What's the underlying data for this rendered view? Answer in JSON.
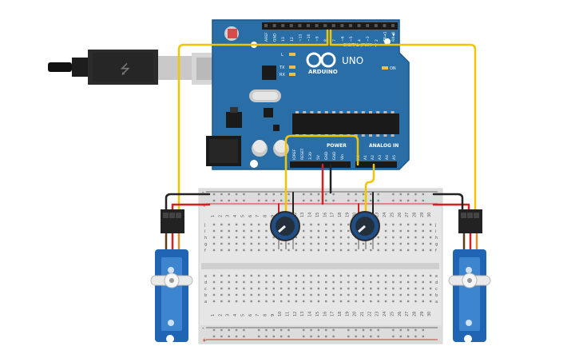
{
  "board": {
    "logo_text": "ARDUINO",
    "model": "UNO",
    "on_label": "ON",
    "tx_label": "TX",
    "rx_label": "RX",
    "l_label": "L",
    "digital_header": "DIGITAL (PWM~)",
    "power_header": "POWER",
    "analog_header": "ANALOG IN",
    "digital_pins": [
      "AREF",
      "GND",
      "13",
      "12",
      "~11",
      "~10",
      "~9",
      "8",
      "7",
      "~6",
      "~5",
      "4",
      "~3",
      "2",
      "TX➜1",
      "RX◀0"
    ],
    "power_pins": [
      "IOREF",
      "RESET",
      "3.3V",
      "5V",
      "GND",
      "GND",
      "Vin"
    ],
    "analog_pins": [
      "A0",
      "A1",
      "A2",
      "A3",
      "A4",
      "A5"
    ],
    "colors": {
      "board": "#2a6ea8",
      "board_dark": "#1c5688",
      "header": "#1a1a1a"
    }
  },
  "breadboard": {
    "row_letters_top": [
      "j",
      "i",
      "h",
      "g",
      "f"
    ],
    "row_letters_bottom": [
      "e",
      "d",
      "c",
      "b",
      "a"
    ],
    "columns": [
      "1",
      "2",
      "3",
      "4",
      "5",
      "6",
      "7",
      "8",
      "9",
      "10",
      "11",
      "12",
      "13",
      "14",
      "15",
      "16",
      "17",
      "18",
      "19",
      "20",
      "21",
      "22",
      "23",
      "24",
      "25",
      "26",
      "27",
      "28",
      "29",
      "30"
    ],
    "rail_plus": "+",
    "rail_minus": "-"
  },
  "wires": {
    "signal": "#f2c500",
    "power": "#d42020",
    "ground": "#222222"
  },
  "components": {
    "servo_left": "servo",
    "servo_right": "servo",
    "pot_left": "potentiometer",
    "pot_right": "potentiometer",
    "usb": "usb-cable"
  }
}
